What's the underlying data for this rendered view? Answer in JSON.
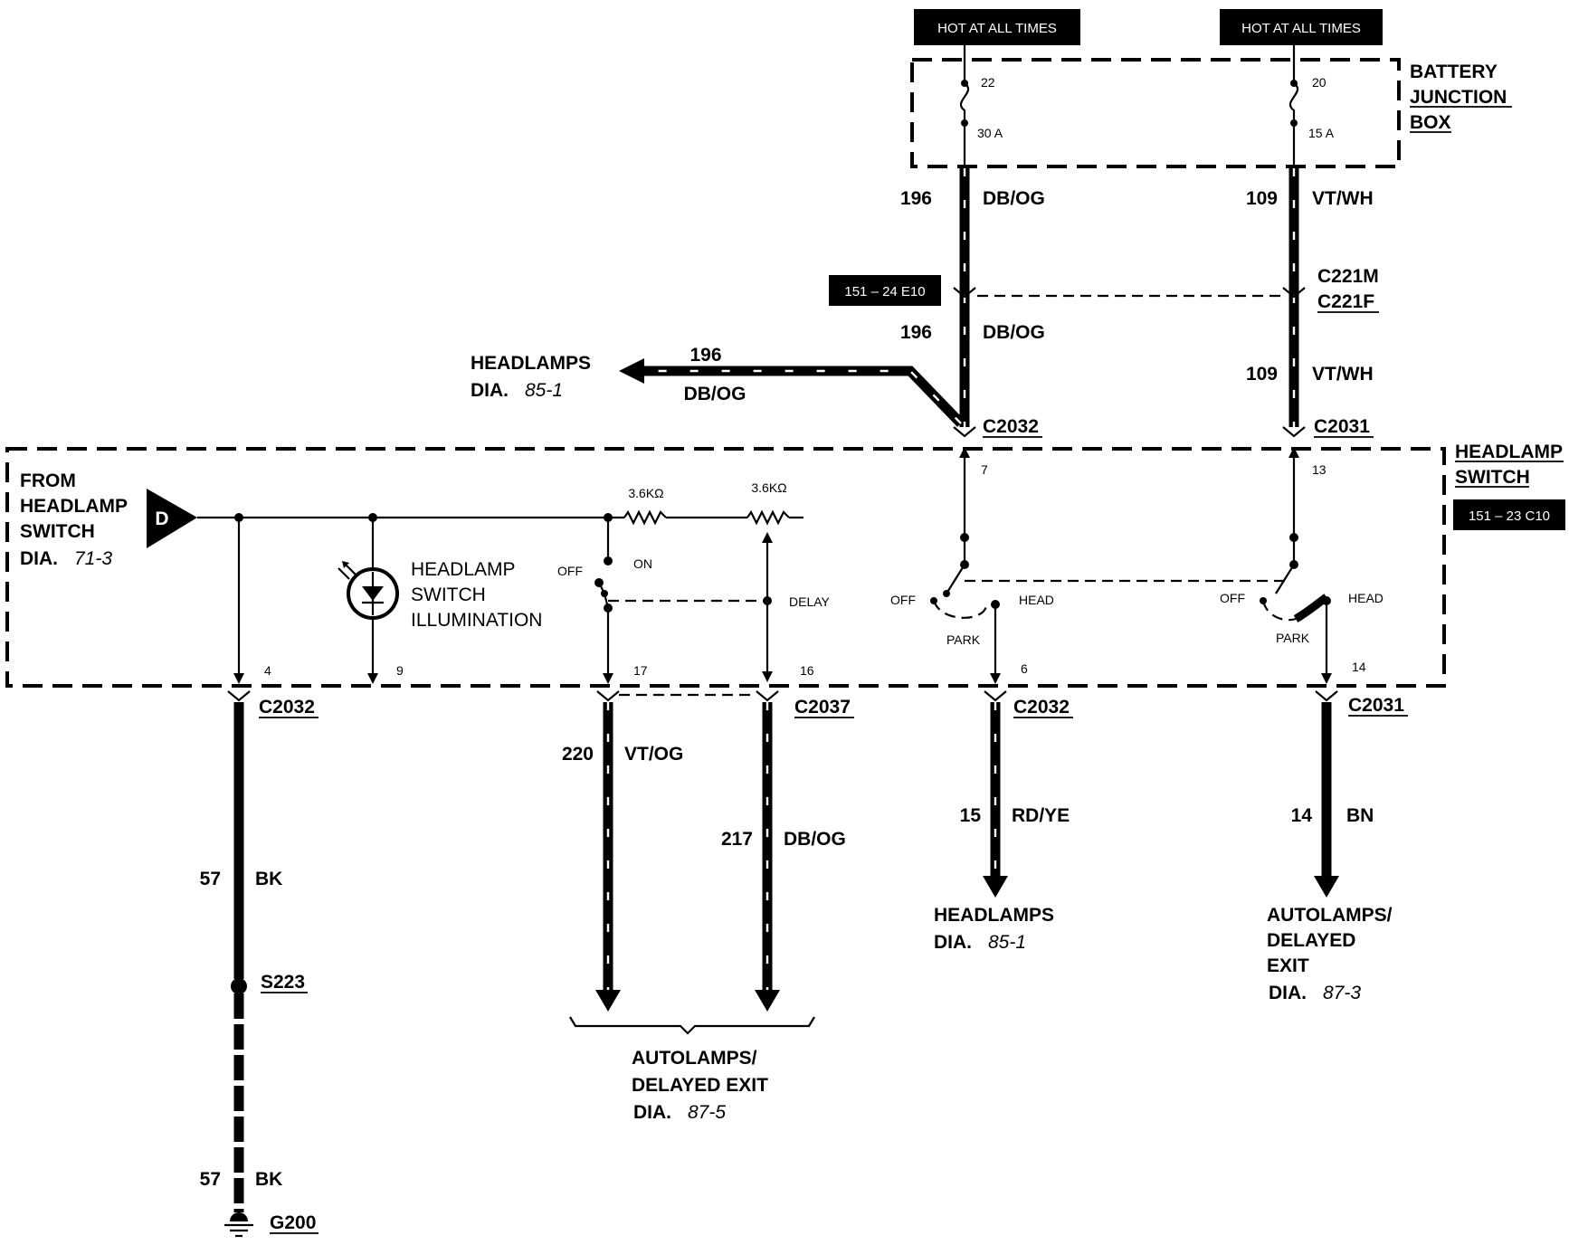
{
  "hot_labels": [
    "HOT AT ALL TIMES",
    "HOT AT ALL TIMES"
  ],
  "battery_junction_box": {
    "line1": "BATTERY",
    "line2": "JUNCTION",
    "line3": "BOX"
  },
  "fuses": [
    {
      "number": "22",
      "rating": "30 A"
    },
    {
      "number": "20",
      "rating": "15 A"
    }
  ],
  "wires": {
    "left_top": {
      "circuit": "196",
      "color": "DB/OG"
    },
    "right_top": {
      "circuit": "109",
      "color": "VT/WH"
    },
    "left_mid": {
      "circuit": "196",
      "color": "DB/OG"
    },
    "right_mid": {
      "circuit": "109",
      "color": "VT/WH"
    },
    "headlamps_branch": {
      "circuit": "196",
      "color": "DB/OG"
    },
    "ground": {
      "circuit": "57",
      "color": "BK"
    },
    "ground_lower": {
      "circuit": "57",
      "color": "BK"
    },
    "vt_og": {
      "circuit": "220",
      "color": "VT/OG"
    },
    "db_og_217": {
      "circuit": "217",
      "color": "DB/OG"
    },
    "rd_ye": {
      "circuit": "15",
      "color": "RD/YE"
    },
    "bn": {
      "circuit": "14",
      "color": "BN"
    }
  },
  "connectors": {
    "c221m": "C221M",
    "c221f": "C221F",
    "c2032_top": "C2032",
    "c2031_top": "C2031",
    "c2032_bottom_left": "C2032",
    "c2037": "C2037",
    "c2032_bottom_mid": "C2032",
    "c2031_bottom": "C2031"
  },
  "ref_boxes": {
    "left": "151 – 24 E10",
    "right": "151 – 23 C10"
  },
  "headlamp_switch_label": {
    "line1": "HEADLAMP",
    "line2": "SWITCH"
  },
  "from_headlamp": {
    "line1": "FROM",
    "line2": "HEADLAMP",
    "line3": "SWITCH",
    "dia_prefix": "DIA.",
    "dia_ref": "71-3",
    "terminal": "D"
  },
  "headlamps_top": {
    "label": "HEADLAMPS",
    "dia_prefix": "DIA.",
    "dia_ref": "85-1"
  },
  "illumination": {
    "line1": "HEADLAMP",
    "line2": "SWITCH",
    "line3": "ILLUMINATION"
  },
  "resistors": [
    "3.6KΩ",
    "3.6KΩ"
  ],
  "switch_labels": {
    "off1": "OFF",
    "on": "ON",
    "delay": "DELAY",
    "off2": "OFF",
    "head2": "HEAD",
    "park2": "PARK",
    "off3": "OFF",
    "head3": "HEAD",
    "park3": "PARK"
  },
  "pins": {
    "p7": "7",
    "p13": "13",
    "p4": "4",
    "p9": "9",
    "p17": "17",
    "p16": "16",
    "p6": "6",
    "p14": "14"
  },
  "splice": "S223",
  "ground_point": "G200",
  "dest_autolamps_left": {
    "line1": "AUTOLAMPS/",
    "line2": "DELAYED EXIT",
    "dia_prefix": "DIA.",
    "dia_ref": "87-5"
  },
  "dest_headlamps": {
    "line1": "HEADLAMPS",
    "dia_prefix": "DIA.",
    "dia_ref": "85-1"
  },
  "dest_autolamps_right": {
    "line1": "AUTOLAMPS/",
    "line2": "DELAYED",
    "line3": "EXIT",
    "dia_prefix": "DIA.",
    "dia_ref": "87-3"
  }
}
